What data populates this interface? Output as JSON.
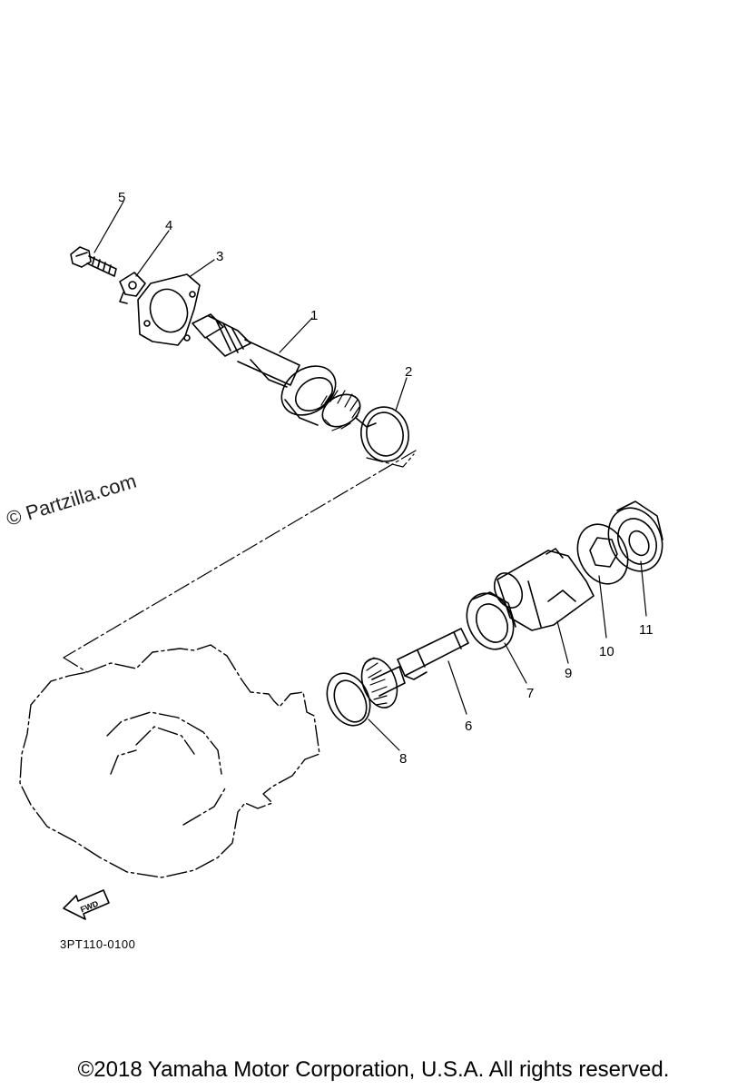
{
  "diagram": {
    "callouts": [
      "1",
      "2",
      "3",
      "4",
      "5",
      "6",
      "7",
      "8",
      "9",
      "10",
      "11"
    ],
    "fwd_label": "FWD",
    "drawing_code": "3PT110-0100",
    "watermark": "© Partzilla.com"
  },
  "footer": {
    "copyright": "©2018 Yamaha Motor Corporation, U.S.A. All rights reserved."
  }
}
